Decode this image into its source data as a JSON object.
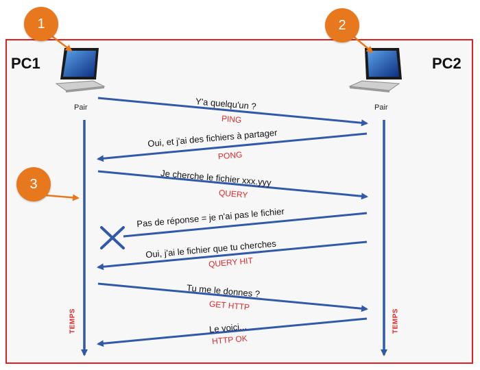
{
  "peers": {
    "left": {
      "name": "PC1",
      "role": "Pair"
    },
    "right": {
      "name": "PC2",
      "role": "Pair"
    }
  },
  "badges": [
    "1",
    "2",
    "3"
  ],
  "timeline_label": "TEMPS",
  "messages": [
    {
      "text": "Y'a quelqu'un ?",
      "protocol": "PING",
      "direction": "right"
    },
    {
      "text": "Oui, et j'ai des fichiers à partager",
      "protocol": "PONG",
      "direction": "left"
    },
    {
      "text": "Je cherche le fichier xxx.yyy",
      "protocol": "QUERY",
      "direction": "right"
    },
    {
      "text": "Pas de réponse = je n'ai pas le fichier",
      "protocol": "",
      "direction": "left-blocked"
    },
    {
      "text": "Oui, j'ai le fichier que tu cherches",
      "protocol": "QUERY HIT",
      "direction": "left"
    },
    {
      "text": "Tu me le donnes ?",
      "protocol": "GET HTTP",
      "direction": "right"
    },
    {
      "text": "Le voici...",
      "protocol": "HTTP OK",
      "direction": "left"
    }
  ],
  "colors": {
    "frame": "#e02020",
    "arrow": "#3159a8",
    "badge": "#e8781e",
    "protocol": "#e02a2a",
    "cross": "#3159a8"
  },
  "icons": [
    "laptop-icon",
    "cross-icon"
  ]
}
